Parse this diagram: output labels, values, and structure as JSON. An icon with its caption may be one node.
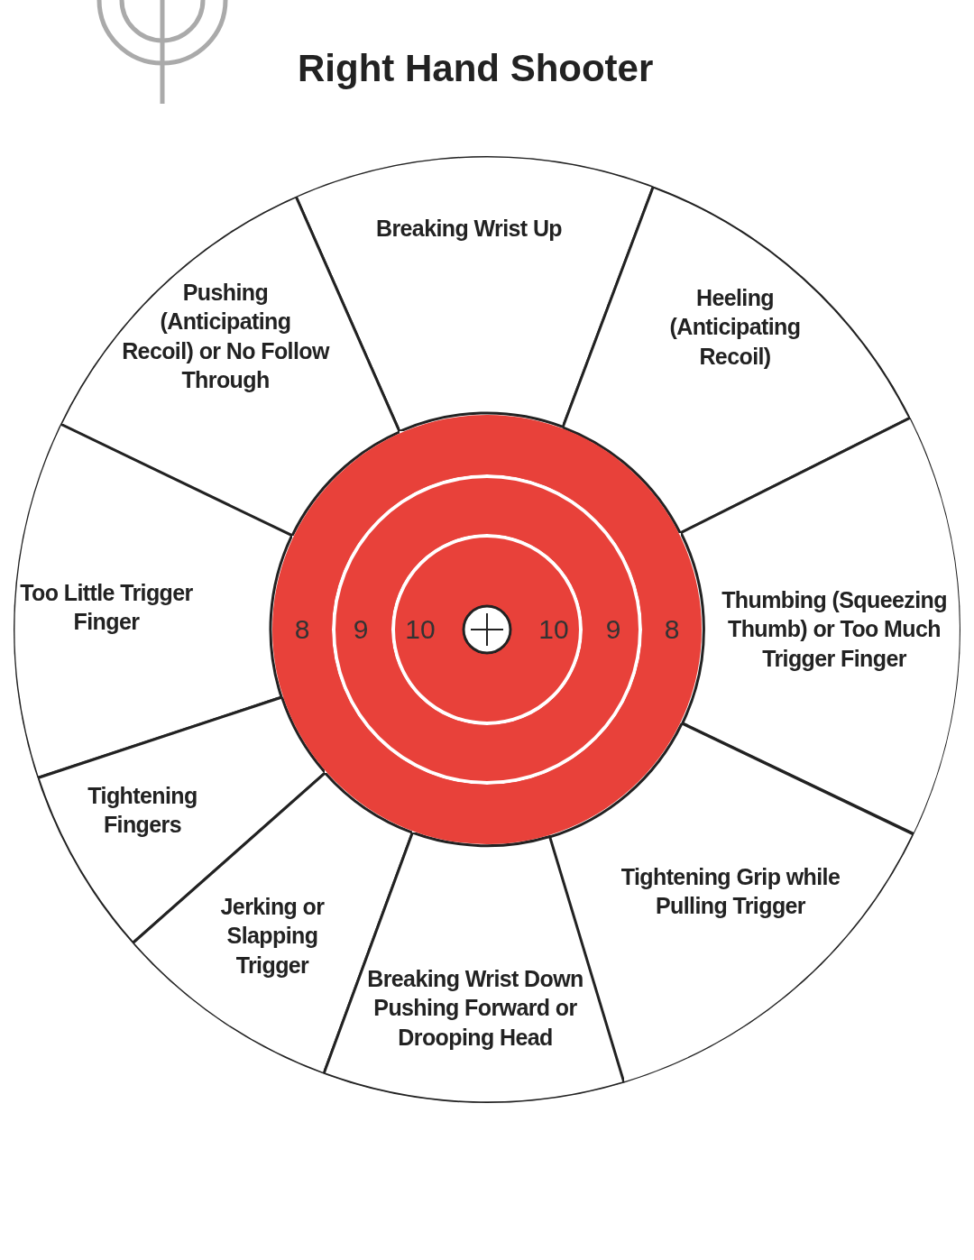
{
  "diagram": {
    "title": "Right Hand Shooter",
    "nodes": [
      {
        "text": [],
        "shape": "circle"
      },
      {
        "text": [
          "Breaking Wrist Up"
        ],
        "in": 0
      },
      {
        "text": [
          "Pushing (Anticipating Recoil) or No Follow Through"
        ],
        "in": 0
      },
      {
        "text": [
          "Heeling (Anticipating Recoil)"
        ],
        "in": 0
      },
      {
        "text": [
          "Too Little Trigger Finger"
        ],
        "in": 0
      },
      {
        "text": [
          "Thumbing (Squeezing Thumb) or Too Much Trigger Finger"
        ],
        "in": 0
      },
      {
        "text": [
          "Tightening Fingers"
        ],
        "in": 0
      },
      {
        "text": [
          "Tightening Grip while Pulling Trigger"
        ],
        "in": 0
      },
      {
        "text": [
          "Jerking or Slapping Trigger"
        ],
        "in": 0
      },
      {
        "text": [
          "Breaking Wrist Down Pushing Forward or Drooping Head"
        ],
        "in": 0
      },
      {
        "text": [
          "8",
          "8"
        ],
        "in": 0
      },
      {
        "text": [
          "9",
          "9"
        ],
        "in": 10
      },
      {
        "text": [
          "10",
          "10"
        ],
        "in": 11
      },
      {
        "text": [],
        "shape": "circle",
        "in": 12
      }
    ],
    "edges": []
  }
}
